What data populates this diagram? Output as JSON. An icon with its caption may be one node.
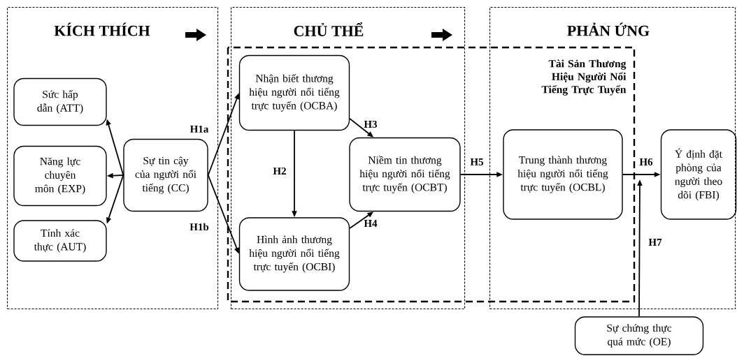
{
  "diagram": {
    "nodes": [
      {
        "text": [
          "KÍCH THÍCH"
        ]
      },
      {
        "text": [
          "CHỦ THỂ"
        ]
      },
      {
        "text": [
          "PHẢN ỨNG"
        ]
      },
      {
        "text": [
          "Sức hấp dẫn (ATT)"
        ],
        "in": 0
      },
      {
        "text": [
          "Năng lực chuyên môn (EXP)"
        ],
        "in": 0
      },
      {
        "text": [
          "Tính xác thực (AUT)"
        ],
        "in": 0
      },
      {
        "text": [
          "Sự tin cậy của người nổi tiếng (CC)"
        ],
        "in": 0
      },
      {
        "text": [
          "Nhận biết thương hiệu người nổi tiếng trực tuyến (OCBA)"
        ],
        "in": 1
      },
      {
        "text": [
          "Hình ảnh thương hiệu người nổi tiếng trực tuyến (OCBI)"
        ],
        "in": 1
      },
      {
        "text": [
          "Niềm tin thương hiệu người nổi tiếng trực tuyến (OCBT)"
        ],
        "in": 1
      },
      {
        "text": [
          "Trung thành thương hiệu người nổi tiếng trực tuyến (OCBL)"
        ],
        "in": 2
      },
      {
        "text": [
          "Ý định đặt phòng của người theo dõi (FBI)"
        ],
        "in": 2
      },
      {
        "text": [
          "Sự chứng thực quá mức (OE)"
        ]
      }
    ],
    "edges": [
      {
        "from": 6,
        "to": 3,
        "arrow": "to"
      },
      {
        "from": 6,
        "to": 4,
        "arrow": "to"
      },
      {
        "from": 6,
        "to": 5,
        "arrow": "to"
      },
      {
        "from": 6,
        "to": 7,
        "arrow": "to",
        "label": "H1a"
      },
      {
        "from": 6,
        "to": 8,
        "arrow": "to",
        "label": "H1b"
      },
      {
        "from": 7,
        "to": 8,
        "arrow": "to",
        "label": "H2"
      },
      {
        "from": 7,
        "to": 9,
        "arrow": "to",
        "label": "H3"
      },
      {
        "from": 8,
        "to": 9,
        "arrow": "to",
        "label": "H4"
      },
      {
        "from": 9,
        "to": 10,
        "arrow": "to",
        "label": "H5"
      },
      {
        "from": 10,
        "to": 11,
        "arrow": "to",
        "label": "H6"
      },
      {
        "from": 12,
        "to": null,
        "arrow": "to",
        "label": "H7"
      }
    ],
    "labels": [
      "Tài Sản Thương Hiệu Người Nổi Tiếng Trực Tuyến"
    ]
  }
}
